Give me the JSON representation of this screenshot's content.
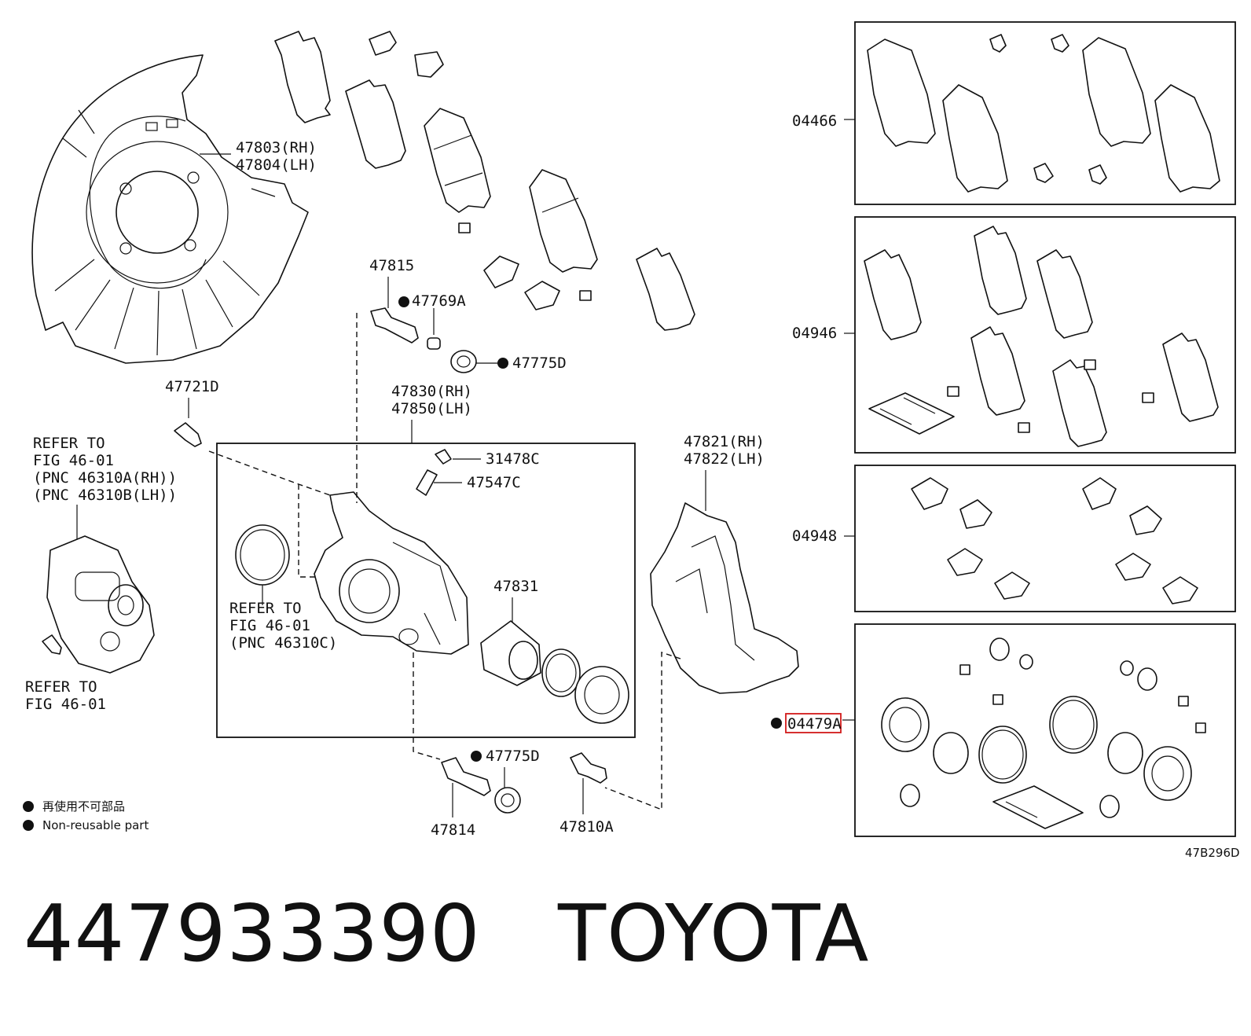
{
  "labels": {
    "p47803": "47803(RH)",
    "p47804": "47804(LH)",
    "p47815": "47815",
    "p47769A": "47769A",
    "p47775D_top": "47775D",
    "p47721D": "47721D",
    "p47830": "47830(RH)",
    "p47850": "47850(LH)",
    "p31478C": "31478C",
    "p47547C": "47547C",
    "p47831": "47831",
    "p47821": "47821(RH)",
    "p47822": "47822(LH)",
    "p47775D_bottom": "47775D",
    "p47814": "47814",
    "p47810A": "47810A",
    "p04466": "04466",
    "p04946": "04946",
    "p04948": "04948",
    "p04479A": "04479A",
    "refer_left_1": "REFER TO",
    "refer_left_2": "FIG 46-01",
    "refer_left_3": "(PNC 46310A(RH))",
    "refer_left_4": "(PNC 46310B(LH))",
    "refer_mid_1": "REFER TO",
    "refer_mid_2": "FIG 46-01",
    "refer_mid_3": "(PNC 46310C)",
    "refer_bolt_1": "REFER TO",
    "refer_bolt_2": "FIG 46-01",
    "legend_jp": "再使用不可部品",
    "legend_en": "Non-reusable part",
    "figure_code": "47B296D"
  },
  "highlight": "04479A",
  "caption": {
    "part_number": "447933390",
    "brand": "TOYOTA"
  }
}
